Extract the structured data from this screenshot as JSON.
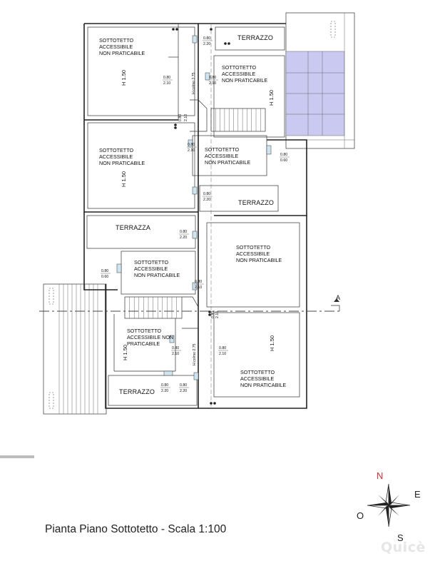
{
  "rooms": [
    {
      "line1": "SOTTOTETTO",
      "line2": "ACCESSIBILE",
      "line3": "NON PRATICABILE"
    },
    {
      "line1": "SOTTOTETTO",
      "line2": "ACCESSIBILE",
      "line3": "NON PRATICABILE"
    },
    {
      "line1": "SOTTOTETTO",
      "line2": "ACCESSIBILE",
      "line3": "NON PRATICABILE"
    },
    {
      "line1": "SOTTOTETTO",
      "line2": "ACCESSIBILE",
      "line3": "NON PRATICABILE"
    },
    {
      "line1": "SOTTOTETTO",
      "line2": "ACCESSIBILE",
      "line3": "NON PRATICABILE"
    },
    {
      "line1": "SOTTOTETTO",
      "line2": "ACCESSIBILE",
      "line3": "NON PRATICABILE"
    },
    {
      "line1": "SOTTOTETTO",
      "line2": "ACCESSIBILE NON",
      "line3": "PRATICABILE"
    },
    {
      "line1": "SOTTOTETTO",
      "line2": "ACCESSIBILE",
      "line3": "NON PRATICABILE"
    }
  ],
  "terraces": [
    "TERRAZZO",
    "TERRAZZO",
    "TERRAZZA",
    "TERRAZZO"
  ],
  "heights": [
    "H 1.50",
    "H 1.50",
    "H 1.50",
    "H 1.50",
    "H 1.50",
    "H colmo 2.75",
    "H colmo 2.75"
  ],
  "openings": [
    {
      "w": "0.80",
      "h": "2.20"
    },
    {
      "w": "0.80",
      "h": "2.10"
    },
    {
      "w": "0.80",
      "h": "2.10"
    },
    {
      "w": "0.80",
      "h": "2.10"
    },
    {
      "w": "0.80",
      "h": "2.10"
    },
    {
      "w": "0.80",
      "h": "0.60"
    },
    {
      "w": "0.80",
      "h": "2.20"
    },
    {
      "w": "0.80",
      "h": "2.20"
    },
    {
      "w": "0.80",
      "h": "0.60"
    },
    {
      "w": "0.80",
      "h": "2.10"
    },
    {
      "w": "0.80",
      "h": "2.10"
    },
    {
      "w": "0.80",
      "h": "2.10"
    },
    {
      "w": "0.80",
      "h": "2.10"
    },
    {
      "w": "0.80",
      "h": "2.20"
    },
    {
      "w": "0.80",
      "h": "2.20"
    }
  ],
  "section_marker": "A",
  "caption": "Pianta Piano Sottotetto - Scala 1:100",
  "compass": {
    "n": "N",
    "e": "E",
    "s": "S",
    "o": "O"
  },
  "watermark": "Quicè",
  "colors": {
    "north": "#d32f2f",
    "solar_panel": "#c9c9f2",
    "door_fill": "#cfe6f2"
  }
}
